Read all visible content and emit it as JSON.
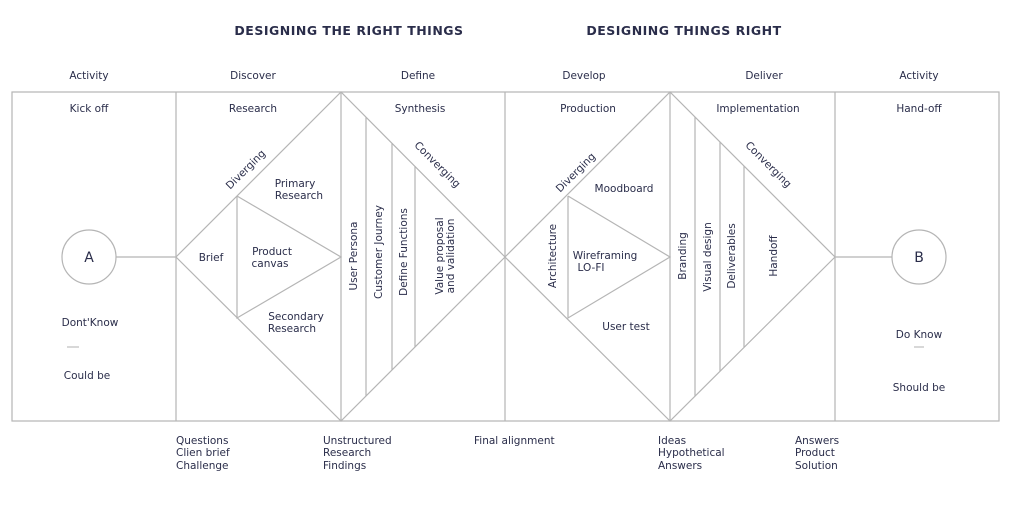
{
  "headers": {
    "left": "DESIGNING THE RIGHT THINGS",
    "right": "DESIGNING THINGS RIGHT"
  },
  "phases": [
    "Activity",
    "Discover",
    "Define",
    "Develop",
    "Deliver",
    "Activity"
  ],
  "activities": [
    "Kick off",
    "Research",
    "Synthesis",
    "Production",
    "Implementation",
    "Hand-off"
  ],
  "start": {
    "letter": "A",
    "state_top": "Dont'Know",
    "state_bottom": "Could be"
  },
  "end": {
    "letter": "B",
    "state_top": "Do Know",
    "state_bottom": "Should be"
  },
  "diamond1": {
    "diverging": "Diverging",
    "converging": "Converging",
    "brief": "Brief",
    "primary_research": [
      "Primary",
      "Research"
    ],
    "product_canvas": [
      "Product",
      "canvas"
    ],
    "secondary_research": [
      "Secondary",
      "Research"
    ],
    "synthesis_items": [
      "User Persona",
      "Customer Journey",
      "Define Functions",
      "Value proposal",
      "and validation"
    ]
  },
  "diamond2": {
    "diverging": "Diverging",
    "converging": "Converging",
    "architecture": "Architecture",
    "moodboard": "Moodboard",
    "wireframing": [
      "Wireframing",
      "LO-FI"
    ],
    "user_test": "User test",
    "delivery_items": [
      "Branding",
      "Visual design",
      "Deliverables",
      "Handoff"
    ]
  },
  "bottom_notes": {
    "questions": [
      "Questions",
      "Clien brief",
      "Challenge"
    ],
    "unstructured": [
      "Unstructured",
      "Research",
      "Findings"
    ],
    "final": [
      "Final alignment"
    ],
    "ideas": [
      "Ideas",
      "Hypothetical",
      "Answers"
    ],
    "answers": [
      "Answers",
      "Product",
      "Solution"
    ]
  }
}
